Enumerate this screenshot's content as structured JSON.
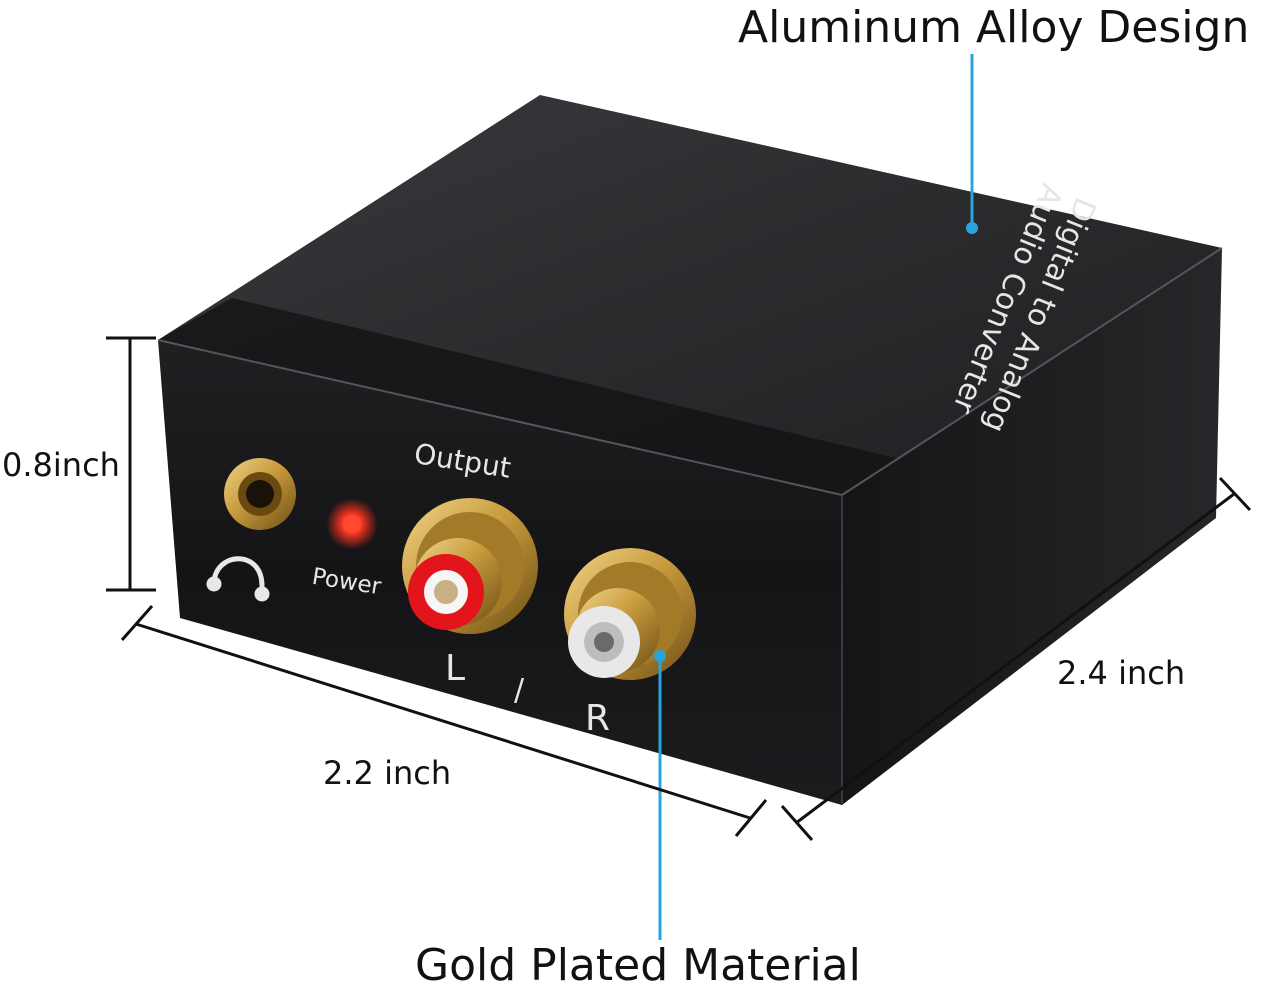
{
  "callouts": {
    "top_feature": "Aluminum Alloy Design",
    "bottom_feature": "Gold Plated Material"
  },
  "dimensions": {
    "height": "0.8inch",
    "width": "2.2 inch",
    "depth": "2.4 inch"
  },
  "device": {
    "top_label_line1": "Digital to Analog",
    "top_label_line2": "Audio Converter",
    "output_label": "Output",
    "power_label": "Power",
    "left_label": "L",
    "slash_label": "/",
    "right_label": "R"
  },
  "colors": {
    "accent_line": "#2aa4dc",
    "body": "#1b1b1d",
    "gold": "#c79a3c",
    "led": "#ff2a1a",
    "rca_left_ring": "#e3141b",
    "rca_right_ring": "#e8e8e8"
  },
  "icons": {
    "headphone": "headphone-icon",
    "led": "power-led"
  }
}
